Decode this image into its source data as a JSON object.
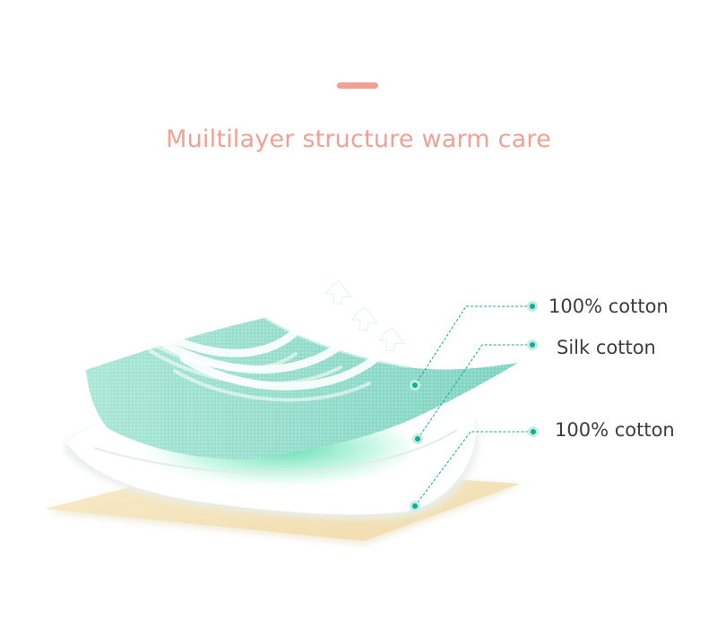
{
  "header": {
    "title": "Muiltilayer structure warm care"
  },
  "layers": [
    {
      "label": "100% cotton",
      "icon": "teal-dot-icon"
    },
    {
      "label": "Silk cotton",
      "icon": "teal-dot-icon"
    },
    {
      "label": "100% cotton",
      "icon": "teal-dot-icon"
    }
  ],
  "colors": {
    "accent": "#f2a093",
    "teal": "#17a99a",
    "top_layer": "#9ee0cf",
    "middle_layer": "#ffffff",
    "bottom_layer": "#f6e7c2",
    "text": "#3d3d3d"
  }
}
